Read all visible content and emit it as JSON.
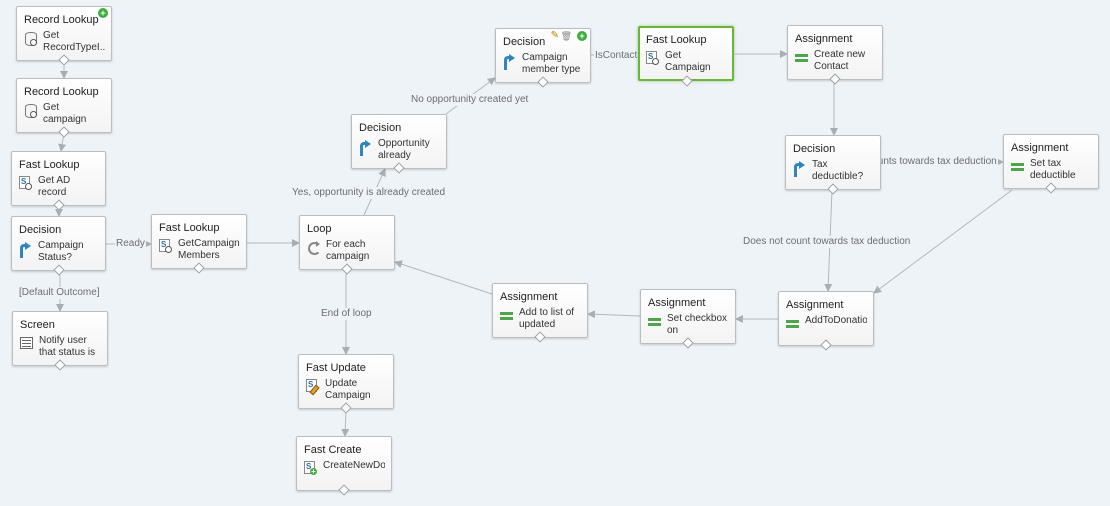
{
  "nodes": [
    {
      "id": "n1",
      "type": "Record Lookup",
      "label": "Get RecordTypeI...",
      "icon": "record-lookup-icon",
      "add_badge": "+"
    },
    {
      "id": "n2",
      "type": "Record Lookup",
      "label": "Get campaign details",
      "icon": "record-lookup-icon"
    },
    {
      "id": "n3",
      "type": "Fast Lookup",
      "label": "Get AD record",
      "icon": "fast-lookup-icon"
    },
    {
      "id": "n4",
      "type": "Decision",
      "label": "Campaign Status?",
      "icon": "decision-icon"
    },
    {
      "id": "n5",
      "type": "Screen",
      "label": "Notify user that status is not ...",
      "icon": "screen-icon"
    },
    {
      "id": "n6",
      "type": "Fast Lookup",
      "label": "GetCampaign Members",
      "icon": "fast-lookup-icon"
    },
    {
      "id": "n7",
      "type": "Loop",
      "label": "For each campaign me...",
      "icon": "loop-icon"
    },
    {
      "id": "n8",
      "type": "Decision",
      "label": "Opportunity already creat...",
      "icon": "decision-icon"
    },
    {
      "id": "n9",
      "type": "Decision",
      "label": "Campaign member type",
      "icon": "decision-icon",
      "tools": {
        "edit": "✎",
        "delete": "🗑",
        "add": "+"
      }
    },
    {
      "id": "n10",
      "type": "Fast Lookup",
      "label": "Get Campaign Member Cont...",
      "icon": "fast-lookup-icon",
      "selected": true
    },
    {
      "id": "n11",
      "type": "Assignment",
      "label": "Create new Contact Don...",
      "icon": "assignment-icon"
    },
    {
      "id": "n12",
      "type": "Decision",
      "label": "Tax deductible?",
      "icon": "decision-icon"
    },
    {
      "id": "n13",
      "type": "Assignment",
      "label": "Set tax deductible",
      "icon": "assignment-icon"
    },
    {
      "id": "n14",
      "type": "Assignment",
      "label": "AddToDonationsList",
      "icon": "assignment-icon"
    },
    {
      "id": "n15",
      "type": "Assignment",
      "label": "Set checkbox on Campaign...",
      "icon": "assignment-icon"
    },
    {
      "id": "n16",
      "type": "Assignment",
      "label": "Add to list of updated Cam...",
      "icon": "assignment-icon"
    },
    {
      "id": "n17",
      "type": "Fast Update",
      "label": "Update Campaign M...",
      "icon": "fast-update-icon"
    },
    {
      "id": "n18",
      "type": "Fast Create",
      "label": "CreateNewDonations",
      "icon": "fast-create-icon"
    }
  ],
  "edges": [
    {
      "from": "n1",
      "to": "n2",
      "label": ""
    },
    {
      "from": "n2",
      "to": "n3",
      "label": ""
    },
    {
      "from": "n3",
      "to": "n4",
      "label": ""
    },
    {
      "from": "n4",
      "to": "n6",
      "label": "Ready"
    },
    {
      "from": "n4",
      "to": "n5",
      "label": "[Default Outcome]"
    },
    {
      "from": "n6",
      "to": "n7",
      "label": ""
    },
    {
      "from": "n7",
      "to": "n8",
      "label": "Yes, opportunity is already created"
    },
    {
      "from": "n8",
      "to": "n9",
      "label": "No opportunity created yet"
    },
    {
      "from": "n9",
      "to": "n10",
      "label": "IsContact"
    },
    {
      "from": "n10",
      "to": "n11",
      "label": ""
    },
    {
      "from": "n11",
      "to": "n12",
      "label": ""
    },
    {
      "from": "n12",
      "to": "n13",
      "label": "Counts towards tax deduction"
    },
    {
      "from": "n12",
      "to": "n14",
      "label": "Does not count towards tax deduction"
    },
    {
      "from": "n13",
      "to": "n14",
      "label": ""
    },
    {
      "from": "n14",
      "to": "n15",
      "label": ""
    },
    {
      "from": "n15",
      "to": "n16",
      "label": ""
    },
    {
      "from": "n16",
      "to": "n7",
      "label": ""
    },
    {
      "from": "n7",
      "to": "n17",
      "label": "End of loop"
    },
    {
      "from": "n17",
      "to": "n18",
      "label": ""
    }
  ]
}
